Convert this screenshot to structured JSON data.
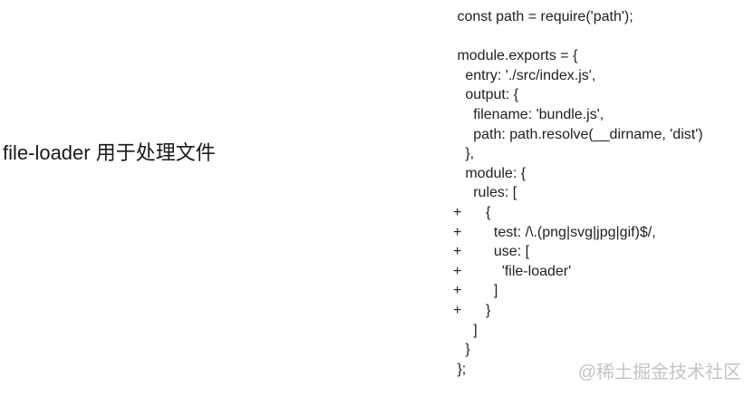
{
  "colors": {
    "background": "#ffffff",
    "text": "#1a1a1a",
    "code_text": "#1f1f1f",
    "watermark": "#c4c4c4"
  },
  "caption": {
    "text": "file-loader 用于处理文件"
  },
  "code": {
    "language": "javascript-diff",
    "lines": [
      " const path = require('path');",
      "",
      " module.exports = {",
      "   entry: './src/index.js',",
      "   output: {",
      "     filename: 'bundle.js',",
      "     path: path.resolve(__dirname, 'dist')",
      "   },",
      "   module: {",
      "     rules: [",
      "+      {",
      "+        test: /\\.(png|svg|jpg|gif)$/,",
      "+        use: [",
      "+          'file-loader'",
      "+        ]",
      "+      }",
      "     ]",
      "   }",
      " };"
    ]
  },
  "watermark": {
    "text": "@稀土掘金技术社区"
  }
}
